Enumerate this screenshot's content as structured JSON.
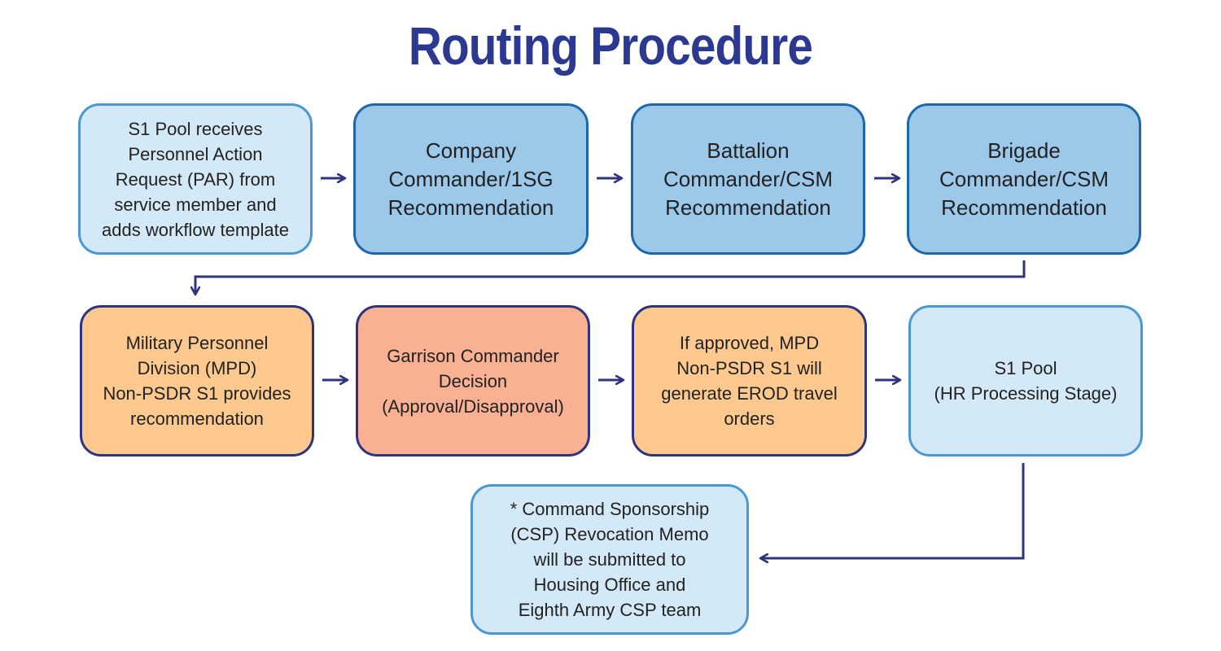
{
  "title": "Routing Procedure",
  "colors": {
    "title": "#2b3990",
    "arrow": "#2d337f",
    "light_fill": "#d4e9f7",
    "mid_fill": "#9cc8ea",
    "orange_fill": "#fec98e",
    "salmon_fill": "#f9b093"
  },
  "steps": [
    {
      "text": "S1 Pool receives\nPersonnel Action\nRequest (PAR) from\nservice member and\nadds workflow template"
    },
    {
      "text": "Company\nCommander/1SG\nRecommendation"
    },
    {
      "text": "Battalion\nCommander/CSM\nRecommendation"
    },
    {
      "text": "Brigade\nCommander/CSM\nRecommendation"
    },
    {
      "text": "Military Personnel\nDivision (MPD)\nNon-PSDR S1 provides\nrecommendation"
    },
    {
      "text": "Garrison Commander\nDecision\n(Approval/Disapproval)"
    },
    {
      "text": "If approved, MPD\nNon-PSDR S1 will\ngenerate EROD travel\norders"
    },
    {
      "text": "S1 Pool\n(HR Processing Stage)"
    },
    {
      "text": "* Command Sponsorship\n(CSP) Revocation Memo\nwill be submitted to\nHousing Office and\nEighth Army CSP team"
    }
  ]
}
